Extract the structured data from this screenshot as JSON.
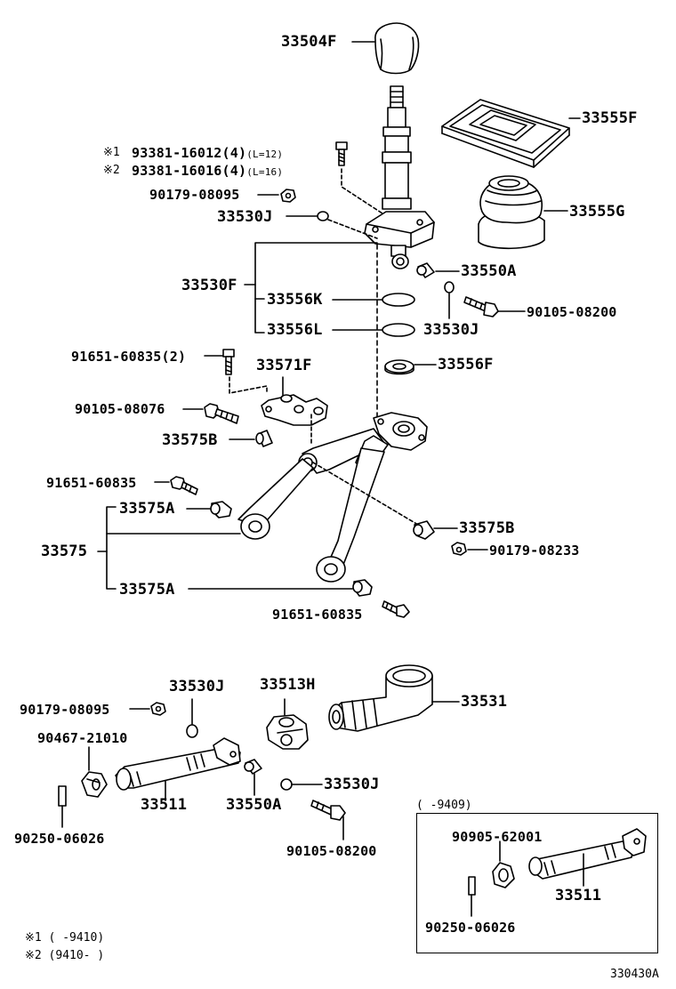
{
  "labels": {
    "p33504F": "33504F",
    "p33555F": "33555F",
    "p33555G": "33555G",
    "p93381_16012": "93381-16012(4)",
    "p93381_16012_sub": "(L=12)",
    "p93381_16016": "93381-16016(4)",
    "p93381_16016_sub": "(L=16)",
    "mark1": "※1",
    "mark2": "※2",
    "p90179_08095_top": "90179-08095",
    "p33530J_top": "33530J",
    "p33530F": "33530F",
    "p33556K": "33556K",
    "p33556L": "33556L",
    "p33550A_top": "33550A",
    "p90105_08200_top": "90105-08200",
    "p33530J_mid": "33530J",
    "p91651_60835_2": "91651-60835(2)",
    "p33571F": "33571F",
    "p33556F": "33556F",
    "p90105_08076": "90105-08076",
    "p33575B_left": "33575B",
    "p91651_60835_a": "91651-60835",
    "p33575A_top": "33575A",
    "p33575": "33575",
    "p33575B_right": "33575B",
    "p90179_08233": "90179-08233",
    "p33575A_bot": "33575A",
    "p91651_60835_b": "91651-60835",
    "p33530J_low": "33530J",
    "p33513H": "33513H",
    "p33531": "33531",
    "p90179_08095_low": "90179-08095",
    "p90467_21010": "90467-21010",
    "p33511": "33511",
    "p33550A_low": "33550A",
    "p33530J_low2": "33530J",
    "p90250_06026": "90250-06026",
    "p90105_08200_low": "90105-08200",
    "box_range": "(     -9409)",
    "p90905_62001": "90905-62001",
    "p33511_box": "33511",
    "p90250_06026_box": "90250-06026"
  },
  "notes": {
    "n1": "※1 (     -9410)",
    "n2": "※2 (9410-     )"
  },
  "figure_code": "330430A"
}
